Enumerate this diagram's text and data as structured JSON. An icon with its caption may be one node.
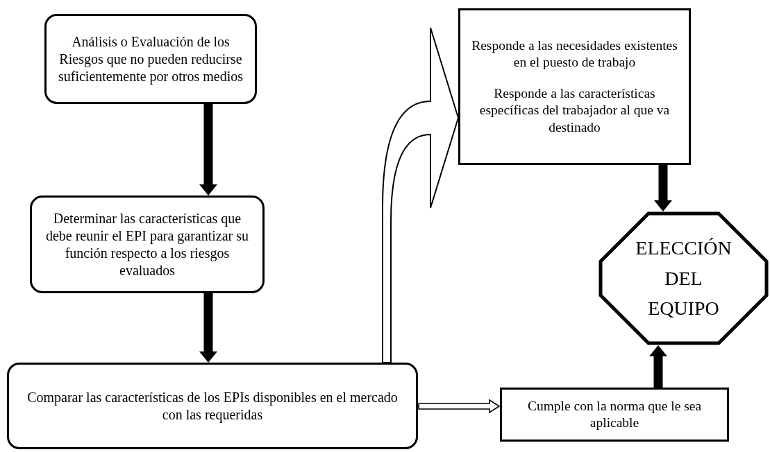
{
  "diagram": {
    "nodes": [
      {
        "text": [
          "Análisis o Evaluación de los Riesgos que no pueden reducirse suficientemente por otros medios"
        ]
      },
      {
        "text": [
          "Determinar las características que debe reunir el EPI para garantizar su función respecto a los riesgos evaluados"
        ]
      },
      {
        "text": [
          "Comparar las características de los EPIs disponibles en el mercado con las requeridas"
        ]
      },
      {
        "text": [
          "Responde a las necesidades existentes en el puesto de trabajo",
          "Responde a las características específicas del trabajador al que va destinado"
        ]
      },
      {
        "text": [
          "ELECCIÓN DEL EQUIPO"
        ]
      },
      {
        "text": [
          "Cumple con la norma que le sea aplicable"
        ]
      }
    ],
    "edges": [
      {
        "from": 0,
        "to": 1,
        "arrow": "to"
      },
      {
        "from": 1,
        "to": 2,
        "arrow": "to"
      },
      {
        "from": 2,
        "to": 3,
        "arrow": "to"
      },
      {
        "from": 2,
        "to": 5,
        "arrow": "to"
      },
      {
        "from": 3,
        "to": 4,
        "arrow": "to"
      },
      {
        "from": 5,
        "to": 4,
        "arrow": "to"
      }
    ]
  }
}
